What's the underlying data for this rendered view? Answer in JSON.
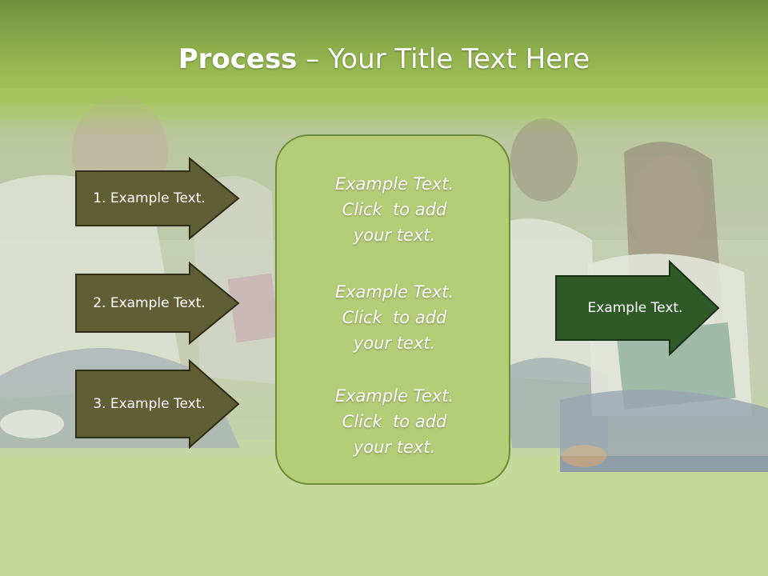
{
  "slide": {
    "title_bold": "Process",
    "title_rest": " – Your Title Text Here",
    "left_arrows": [
      {
        "label": "1. Example Text."
      },
      {
        "label": "2. Example Text."
      },
      {
        "label": "3. Example Text."
      }
    ],
    "center_blocks": [
      {
        "lines": [
          "Example Text.",
          "Click  to add",
          "your text."
        ]
      },
      {
        "lines": [
          "Example Text.",
          "Click  to add",
          "your text."
        ]
      },
      {
        "lines": [
          "Example Text.",
          "Click  to add",
          "your text."
        ]
      }
    ],
    "right_arrow": {
      "label": "Example Text."
    }
  },
  "colors": {
    "left_arrow_fill": "#5f5e35",
    "right_arrow_fill": "#2f5a28",
    "center_fill": "#b6cd78",
    "title_band": "#8fb04c"
  }
}
